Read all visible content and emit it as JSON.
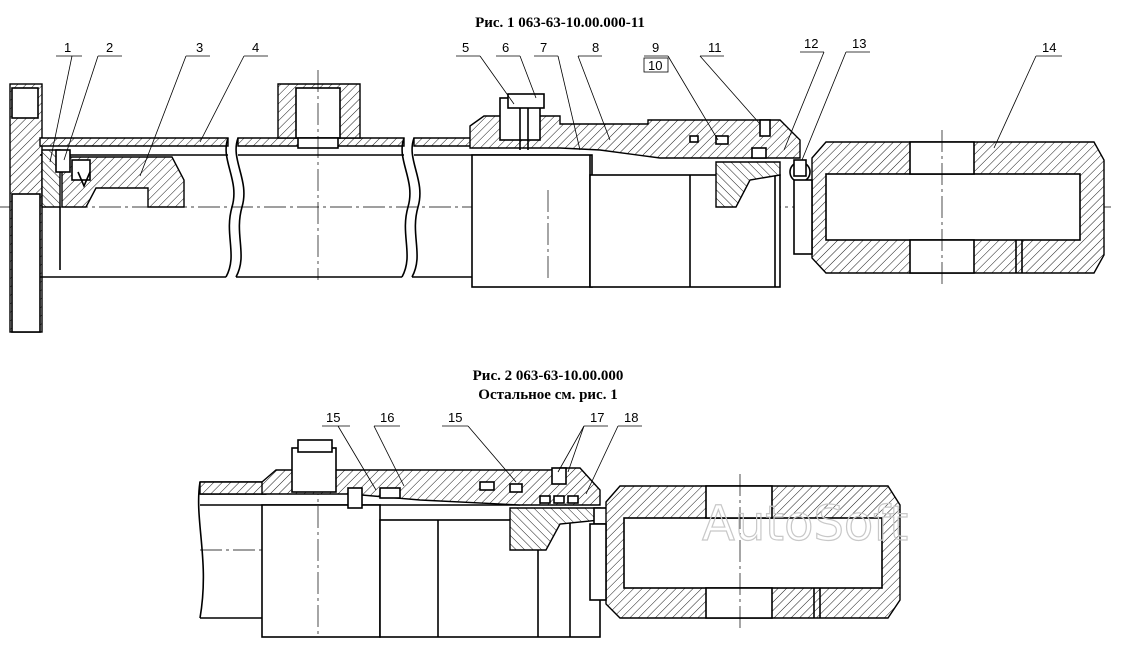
{
  "figure1": {
    "title": "Рис. 1   063-63-10.00.000-11",
    "callouts": [
      "1",
      "2",
      "3",
      "4",
      "5",
      "6",
      "7",
      "8",
      "9",
      "10",
      "11",
      "12",
      "13",
      "14"
    ]
  },
  "figure2": {
    "title": "Рис. 2   063-63-10.00.000",
    "subtitle": "Остальное см. рис. 1",
    "callouts": [
      "15",
      "16",
      "15",
      "17",
      "18"
    ]
  },
  "watermark": "AutoSoft",
  "colors": {
    "line": "#000000",
    "background": "#ffffff",
    "watermark": "#c8c8c8"
  }
}
